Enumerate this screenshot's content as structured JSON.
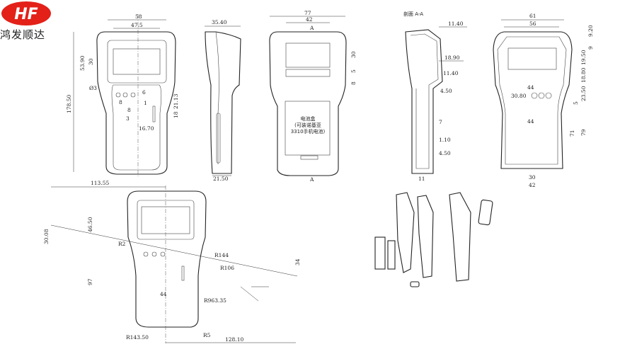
{
  "logo": {
    "mark": "HF",
    "name": "鸿发顺达",
    "color": "#e32119"
  },
  "front_view": {
    "dims": [
      "58",
      "47.5",
      "53.90",
      "30",
      "Ø3",
      "6",
      "8",
      "8",
      "3",
      "1",
      "21.13",
      "18",
      "16.70",
      "178.50"
    ]
  },
  "side_view": {
    "dims": [
      "35.40",
      "21.50"
    ]
  },
  "back_view": {
    "dims": [
      "77",
      "42",
      "A",
      "30",
      "5",
      "8",
      "A"
    ],
    "battery_label": [
      "电池盒",
      "(可装诺基亚",
      "3310手机电池)"
    ]
  },
  "section_view": {
    "title": "剖面 A-A",
    "dims": [
      "11.40",
      "18.90",
      "11.40",
      "4.50",
      "7",
      "1.10",
      "4.50",
      "11"
    ]
  },
  "inner_view": {
    "dims": [
      "61",
      "56",
      "9.20",
      "9",
      "19.50",
      "18.80",
      "23.50",
      "5",
      "79",
      "71",
      "44",
      "30.80",
      "44",
      "30",
      "42"
    ]
  },
  "profile_view": {
    "dims": [
      "113.55",
      "30.08",
      "46.50",
      "R2",
      "R144",
      "R106",
      "34",
      "97",
      "44",
      "R963.35",
      "R143.50",
      "R5",
      "128.10"
    ]
  }
}
